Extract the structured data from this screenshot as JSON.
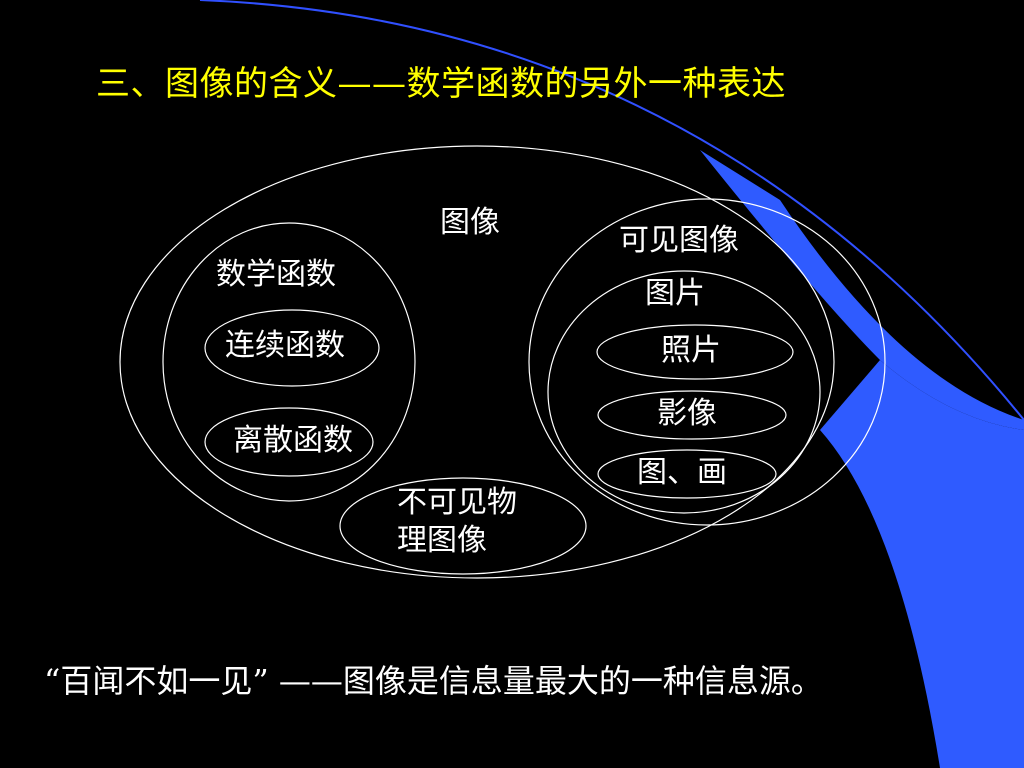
{
  "slide": {
    "title": "三、图像的含义——数学函数的另外一种表达",
    "diagram": {
      "outer_label": "图像",
      "math_group": {
        "label": "数学函数",
        "items": [
          "连续函数",
          "离散函数"
        ]
      },
      "visible_group": {
        "label": "可见图像",
        "sub_label": "图片",
        "items": [
          "照片",
          "影像",
          "图、画"
        ]
      },
      "invisible": {
        "line1": "不可见物",
        "line2": "理图像"
      }
    },
    "quote": "“百闻不如一见” ——图像是信息量最大的一种信息源。"
  },
  "colors": {
    "background": "#000000",
    "title": "#ffff00",
    "text": "#ffffff",
    "accent_band": "#2f5bff",
    "accent_line": "#3050ff"
  }
}
